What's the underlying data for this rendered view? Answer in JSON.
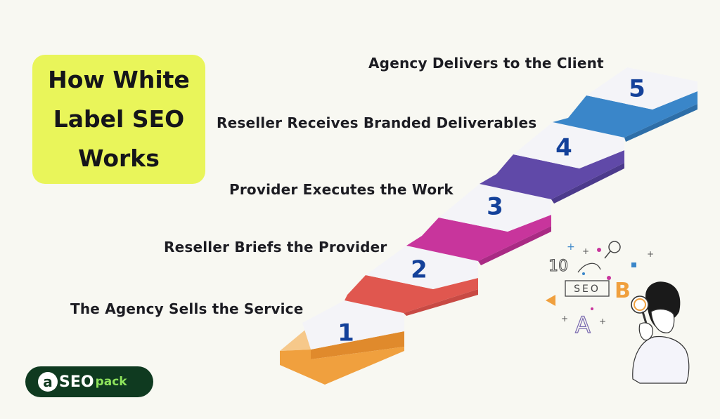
{
  "title": "How White\nLabel SEO\nWorks",
  "steps": [
    {
      "number": "1",
      "label": "The Agency Sells the Service"
    },
    {
      "number": "2",
      "label": "Reseller Briefs the Provider"
    },
    {
      "number": "3",
      "label": "Provider Executes the Work"
    },
    {
      "number": "4",
      "label": "Reseller Receives Branded Deliverables"
    },
    {
      "number": "5",
      "label": "Agency Delivers to the Client"
    }
  ],
  "colors": {
    "title_bg": "#e9f55a",
    "step_1": "#f0a03e",
    "step_2": "#e0574f",
    "step_3": "#c8359c",
    "step_4": "#6049a8",
    "step_5": "#3a86c9",
    "step_top": "#f2f2f6",
    "number": "#14419a"
  },
  "logo": {
    "a": "a",
    "seo": "SEO",
    "pack": "pack"
  },
  "illustration": {
    "ten": "10",
    "seo": "SEO",
    "letter_a": "A",
    "letter_b": "B",
    "icons": [
      "magnifier-icon",
      "person-icon",
      "sparkle-icon"
    ]
  }
}
